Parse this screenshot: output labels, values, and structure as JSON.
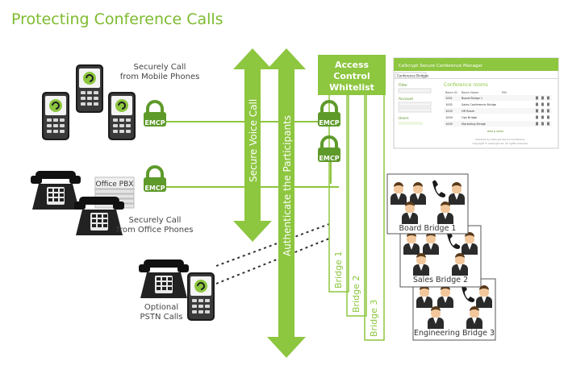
{
  "title": "Protecting Conference Calls",
  "labels": {
    "mobile": [
      "Securely Call",
      "from Mobile Phones"
    ],
    "office": [
      "Securely Call",
      "from Office Phones"
    ],
    "pstn": [
      "Optional",
      "PSTN Calls"
    ],
    "pbx": "Office PBX",
    "emcp": "EMCP",
    "voice_arrow": "Secure Voice Call",
    "auth_arrow": "Authenticate the Participants",
    "acl": [
      "Access",
      "Control",
      "Whitelist"
    ],
    "bridges": [
      "Bridge 1",
      "Bridge 2",
      "Bridge 3"
    ],
    "cards": [
      "Board Bridge 1",
      "Sales Bridge 2",
      "Engineering Bridge 3"
    ]
  },
  "manager": {
    "title": "Cellcrypt Secure Conference Manager",
    "tab": "Conference Bridges",
    "heading": "Conference rooms",
    "side_sections": [
      "Filter",
      "Account",
      "Users"
    ],
    "columns": [
      "Room ID",
      "Room Name",
      "PIN"
    ],
    "rows": [
      [
        "1001",
        "Board Bridge 1"
      ],
      [
        "1002",
        "Sales Conference Bridge"
      ],
      [
        "1003",
        "HR Room"
      ],
      [
        "1004",
        "Ops Bridge"
      ],
      [
        "1005",
        "Marketing Bridge"
      ]
    ],
    "footer_link": "Add a room",
    "copyright": [
      "Powered by Cellcrypt Secure Conference",
      "Copyright © Cellcrypt Ltd. All rights reserved."
    ]
  },
  "colors": {
    "green": "#8dc63f",
    "dark_green": "#5b8f22",
    "lock_green": "#5e9a2a",
    "title_green": "#7dbb2f"
  }
}
